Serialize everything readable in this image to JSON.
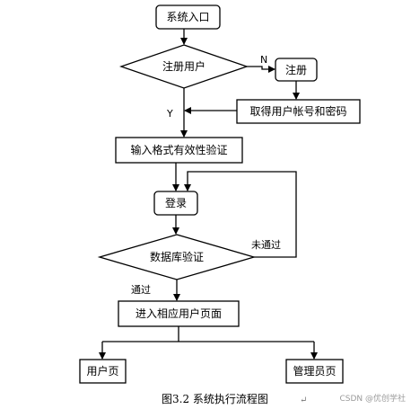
{
  "nodes": {
    "system_entry": "系统入口",
    "register_user_decision": "注册用户",
    "register": "注册",
    "get_account_password": "取得用户帐号和密码",
    "input_validation": "输入格式有效性验证",
    "login": "登录",
    "database_validation": "数据库验证",
    "enter_user_page": "进入相应用户页面",
    "user_page": "用户页",
    "admin_page": "管理员页"
  },
  "edges": {
    "no_label": "N",
    "yes_label": "Y",
    "failed_label": "未通过",
    "passed_label": "通过"
  },
  "caption": "图3.2  系统执行流程图",
  "caption_mark": "↵",
  "watermark": "CSDN @优创学社"
}
